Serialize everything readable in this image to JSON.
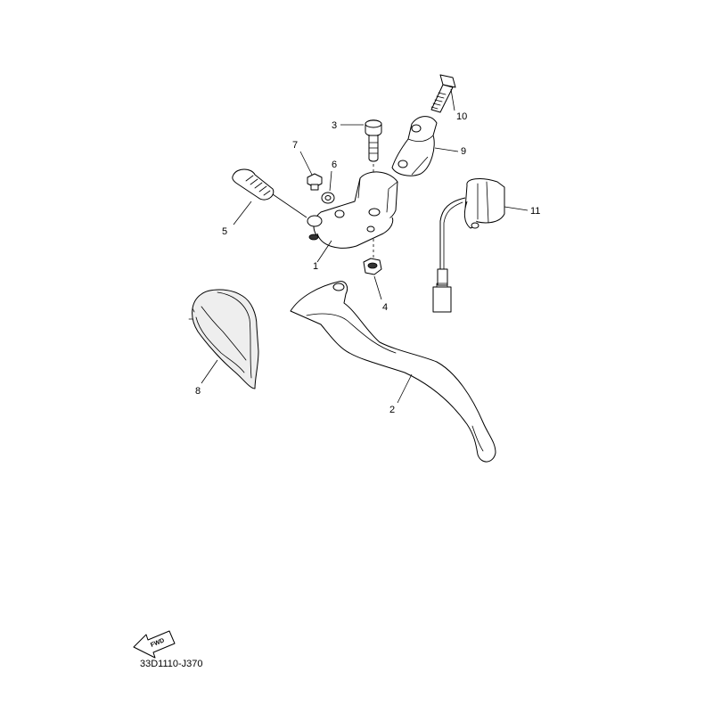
{
  "diagram": {
    "part_code": "33D1110-J370",
    "fwd_label": "FWD",
    "callouts": [
      {
        "id": "1",
        "label": "1",
        "part": "lever-bracket"
      },
      {
        "id": "2",
        "label": "2",
        "part": "lever"
      },
      {
        "id": "3",
        "label": "3",
        "part": "pivot-bolt"
      },
      {
        "id": "4",
        "label": "4",
        "part": "nut"
      },
      {
        "id": "5",
        "label": "5",
        "part": "adjuster"
      },
      {
        "id": "6",
        "label": "6",
        "part": "small-nut"
      },
      {
        "id": "7",
        "label": "7",
        "part": "screw"
      },
      {
        "id": "8",
        "label": "8",
        "part": "lever-cover"
      },
      {
        "id": "9",
        "label": "9",
        "part": "holder-clamp"
      },
      {
        "id": "10",
        "label": "10",
        "part": "clamp-bolt"
      },
      {
        "id": "11",
        "label": "11",
        "part": "switch"
      }
    ],
    "icons": [
      "fwd-arrow-icon"
    ]
  }
}
